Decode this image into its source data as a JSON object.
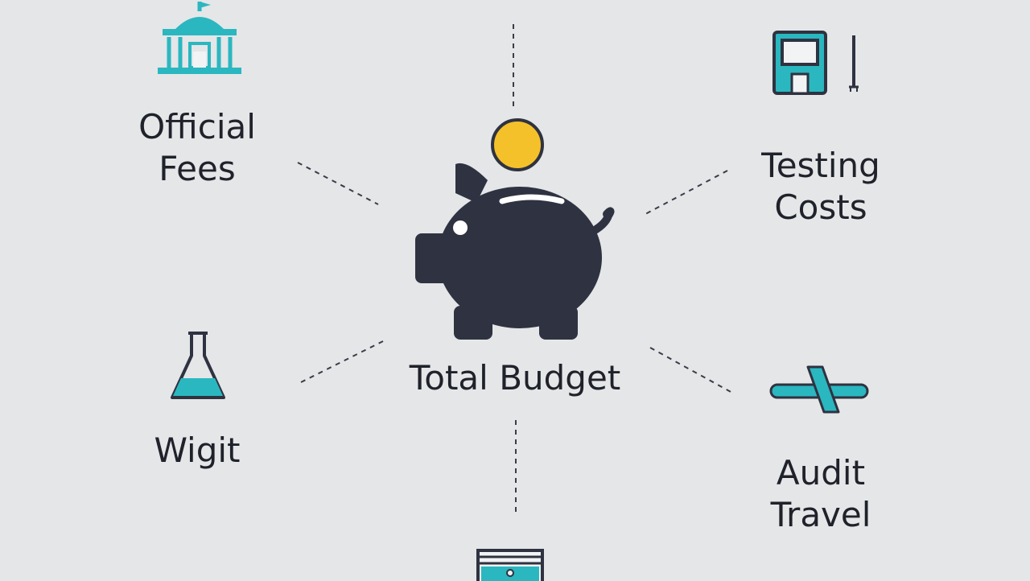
{
  "center": {
    "label": "Total Budget"
  },
  "nodes": {
    "official_fees": {
      "line1": "Official",
      "line2": "Fees",
      "icon": "government-building-icon"
    },
    "testing_costs": {
      "line1": "Testing",
      "line2": "Costs",
      "icon": "testing-device-icon"
    },
    "wigit": {
      "line1": "Wigit",
      "icon": "lab-flask-icon"
    },
    "audit_travel": {
      "line1": "Audit",
      "line2": "Travel",
      "icon": "airplane-icon"
    },
    "bottom": {
      "icon": "document-stack-icon"
    }
  },
  "colors": {
    "background": "#e4e6e8",
    "accent": "#2ab7c0",
    "dark": "#2f3240",
    "coin": "#f5c12a",
    "text": "#1f222a"
  }
}
